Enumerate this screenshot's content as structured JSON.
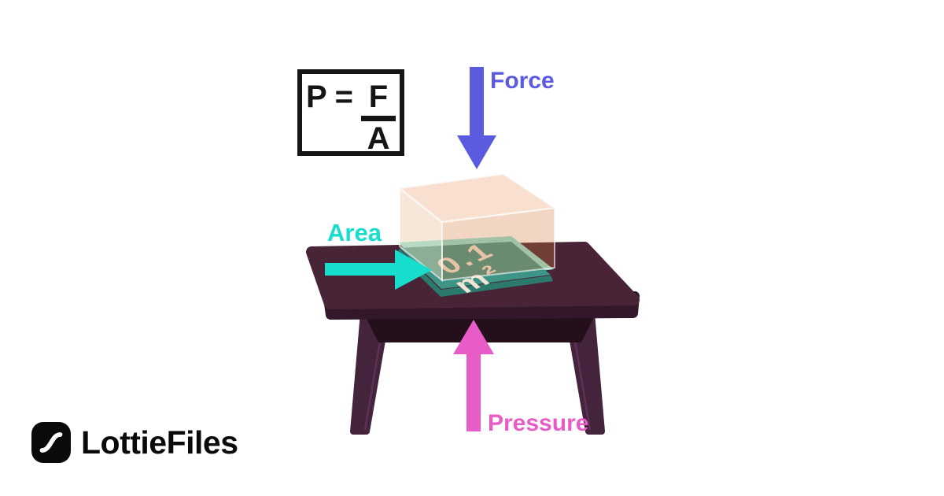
{
  "formula": {
    "pressure_symbol": "P",
    "equals_sign": "=",
    "force_symbol": "F",
    "area_symbol": "A"
  },
  "arrow_labels": {
    "force": "Force",
    "area": "Area",
    "pressure": "Pressure"
  },
  "area_patch": {
    "value": "0.1",
    "unit": "m²"
  },
  "logo": {
    "brand": "LottieFiles"
  },
  "colors": {
    "background": "#ffffff",
    "force": "#5b5be0",
    "area": "#17ddcd",
    "pressure": "#e75cc6",
    "table_top": "#482436",
    "table_edge": "#33182b",
    "table_apron": "#23101b",
    "table_leg": "#44243c",
    "leg_highlight": "#5e3154",
    "patch": "#3e9486",
    "patch_light": "#8fe3d5",
    "patch_dark": "#2c7a6e",
    "patch_text": "#f0e4d2",
    "box_top": "#f8dfd0",
    "box_left": "rgba(235,205,170,0.45)",
    "box_right": "rgba(210,120,60,0.30)",
    "box_edge": "rgba(255,255,255,0.6)",
    "formula_ink": "#151515",
    "logo_ink": "#0a0a0a"
  }
}
